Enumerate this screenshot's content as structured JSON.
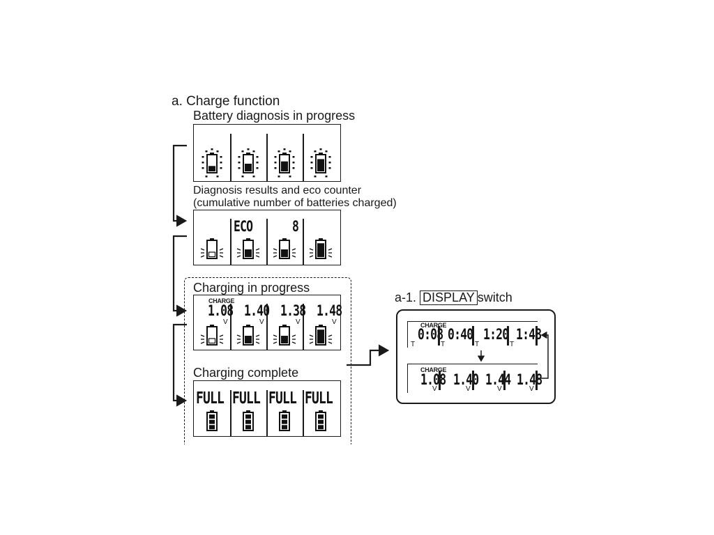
{
  "title": "a. Charge function",
  "sections": {
    "diagnosis": {
      "label": "Battery diagnosis in progress"
    },
    "results": {
      "label_line1": "Diagnosis results and eco counter",
      "label_line2": "(cumulative number of batteries charged)",
      "eco_label": "ECO",
      "eco_count": "8"
    },
    "charging": {
      "label": "Charging in progress",
      "charge_tag": "CHARGE",
      "voltages": [
        "1.08",
        "1.40",
        "1.38",
        "1.48"
      ],
      "unit": "V"
    },
    "complete": {
      "label": "Charging complete",
      "status": [
        "FULL",
        "FULL",
        "FULL",
        "FULL"
      ]
    }
  },
  "display_switch": {
    "prefix": "a-1.",
    "key": "DISPLAY",
    "suffix": "switch",
    "time_view": {
      "charge_tag": "CHARGE",
      "times": [
        "0:08",
        "0:40",
        "1:20",
        "1:48"
      ],
      "unit": "T"
    },
    "voltage_view": {
      "charge_tag": "CHARGE",
      "voltages": [
        "1.08",
        "1.40",
        "1.44",
        "1.48"
      ],
      "unit": "V"
    }
  }
}
